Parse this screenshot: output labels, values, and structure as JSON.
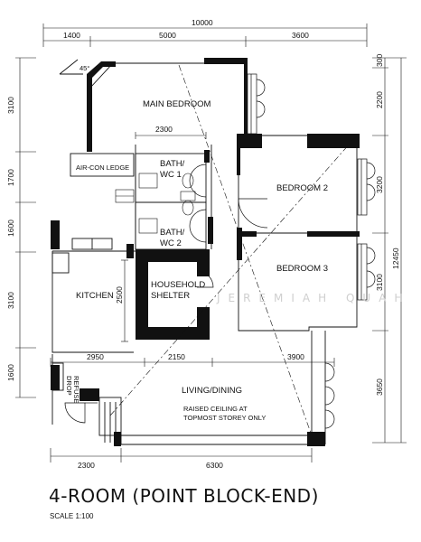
{
  "title": "4-ROOM (POINT BLOCK-END)",
  "scale": "SCALE  1:100",
  "watermark": "JEREMIAH QUAH",
  "angle": "45°",
  "rooms": {
    "main_bedroom": "MAIN BEDROOM",
    "aircon_ledge": "AIR-CON LEDGE",
    "bath1_a": "BATH/",
    "bath1_b": "WC 1",
    "bath2_a": "BATH/",
    "bath2_b": "WC 2",
    "bedroom2": "BEDROOM 2",
    "bedroom3": "BEDROOM 3",
    "household_a": "HOUSEHOLD",
    "household_b": "SHELTER",
    "kitchen": "KITCHEN",
    "living": "LIVING/DINING",
    "ceiling_a": "RAISED CEILING AT",
    "ceiling_b": "TOPMOST STOREY ONLY",
    "refuse_a": "REFUSE",
    "refuse_b": "DROP"
  },
  "dims": {
    "top_total": "10000",
    "top_1": "1400",
    "top_2": "5000",
    "top_3": "3600",
    "left_1": "3100",
    "left_2": "1700",
    "left_3": "1600",
    "left_4": "3100",
    "left_5": "1600",
    "right_1": "300",
    "right_2": "2200",
    "right_3": "3200",
    "right_4": "3100",
    "right_5": "3650",
    "right_total": "12450",
    "int_bath": "2300",
    "int_kitchen": "2500",
    "mid_1": "2950",
    "mid_2": "2150",
    "mid_3": "3900",
    "bottom_1": "2300",
    "bottom_2": "6300"
  }
}
